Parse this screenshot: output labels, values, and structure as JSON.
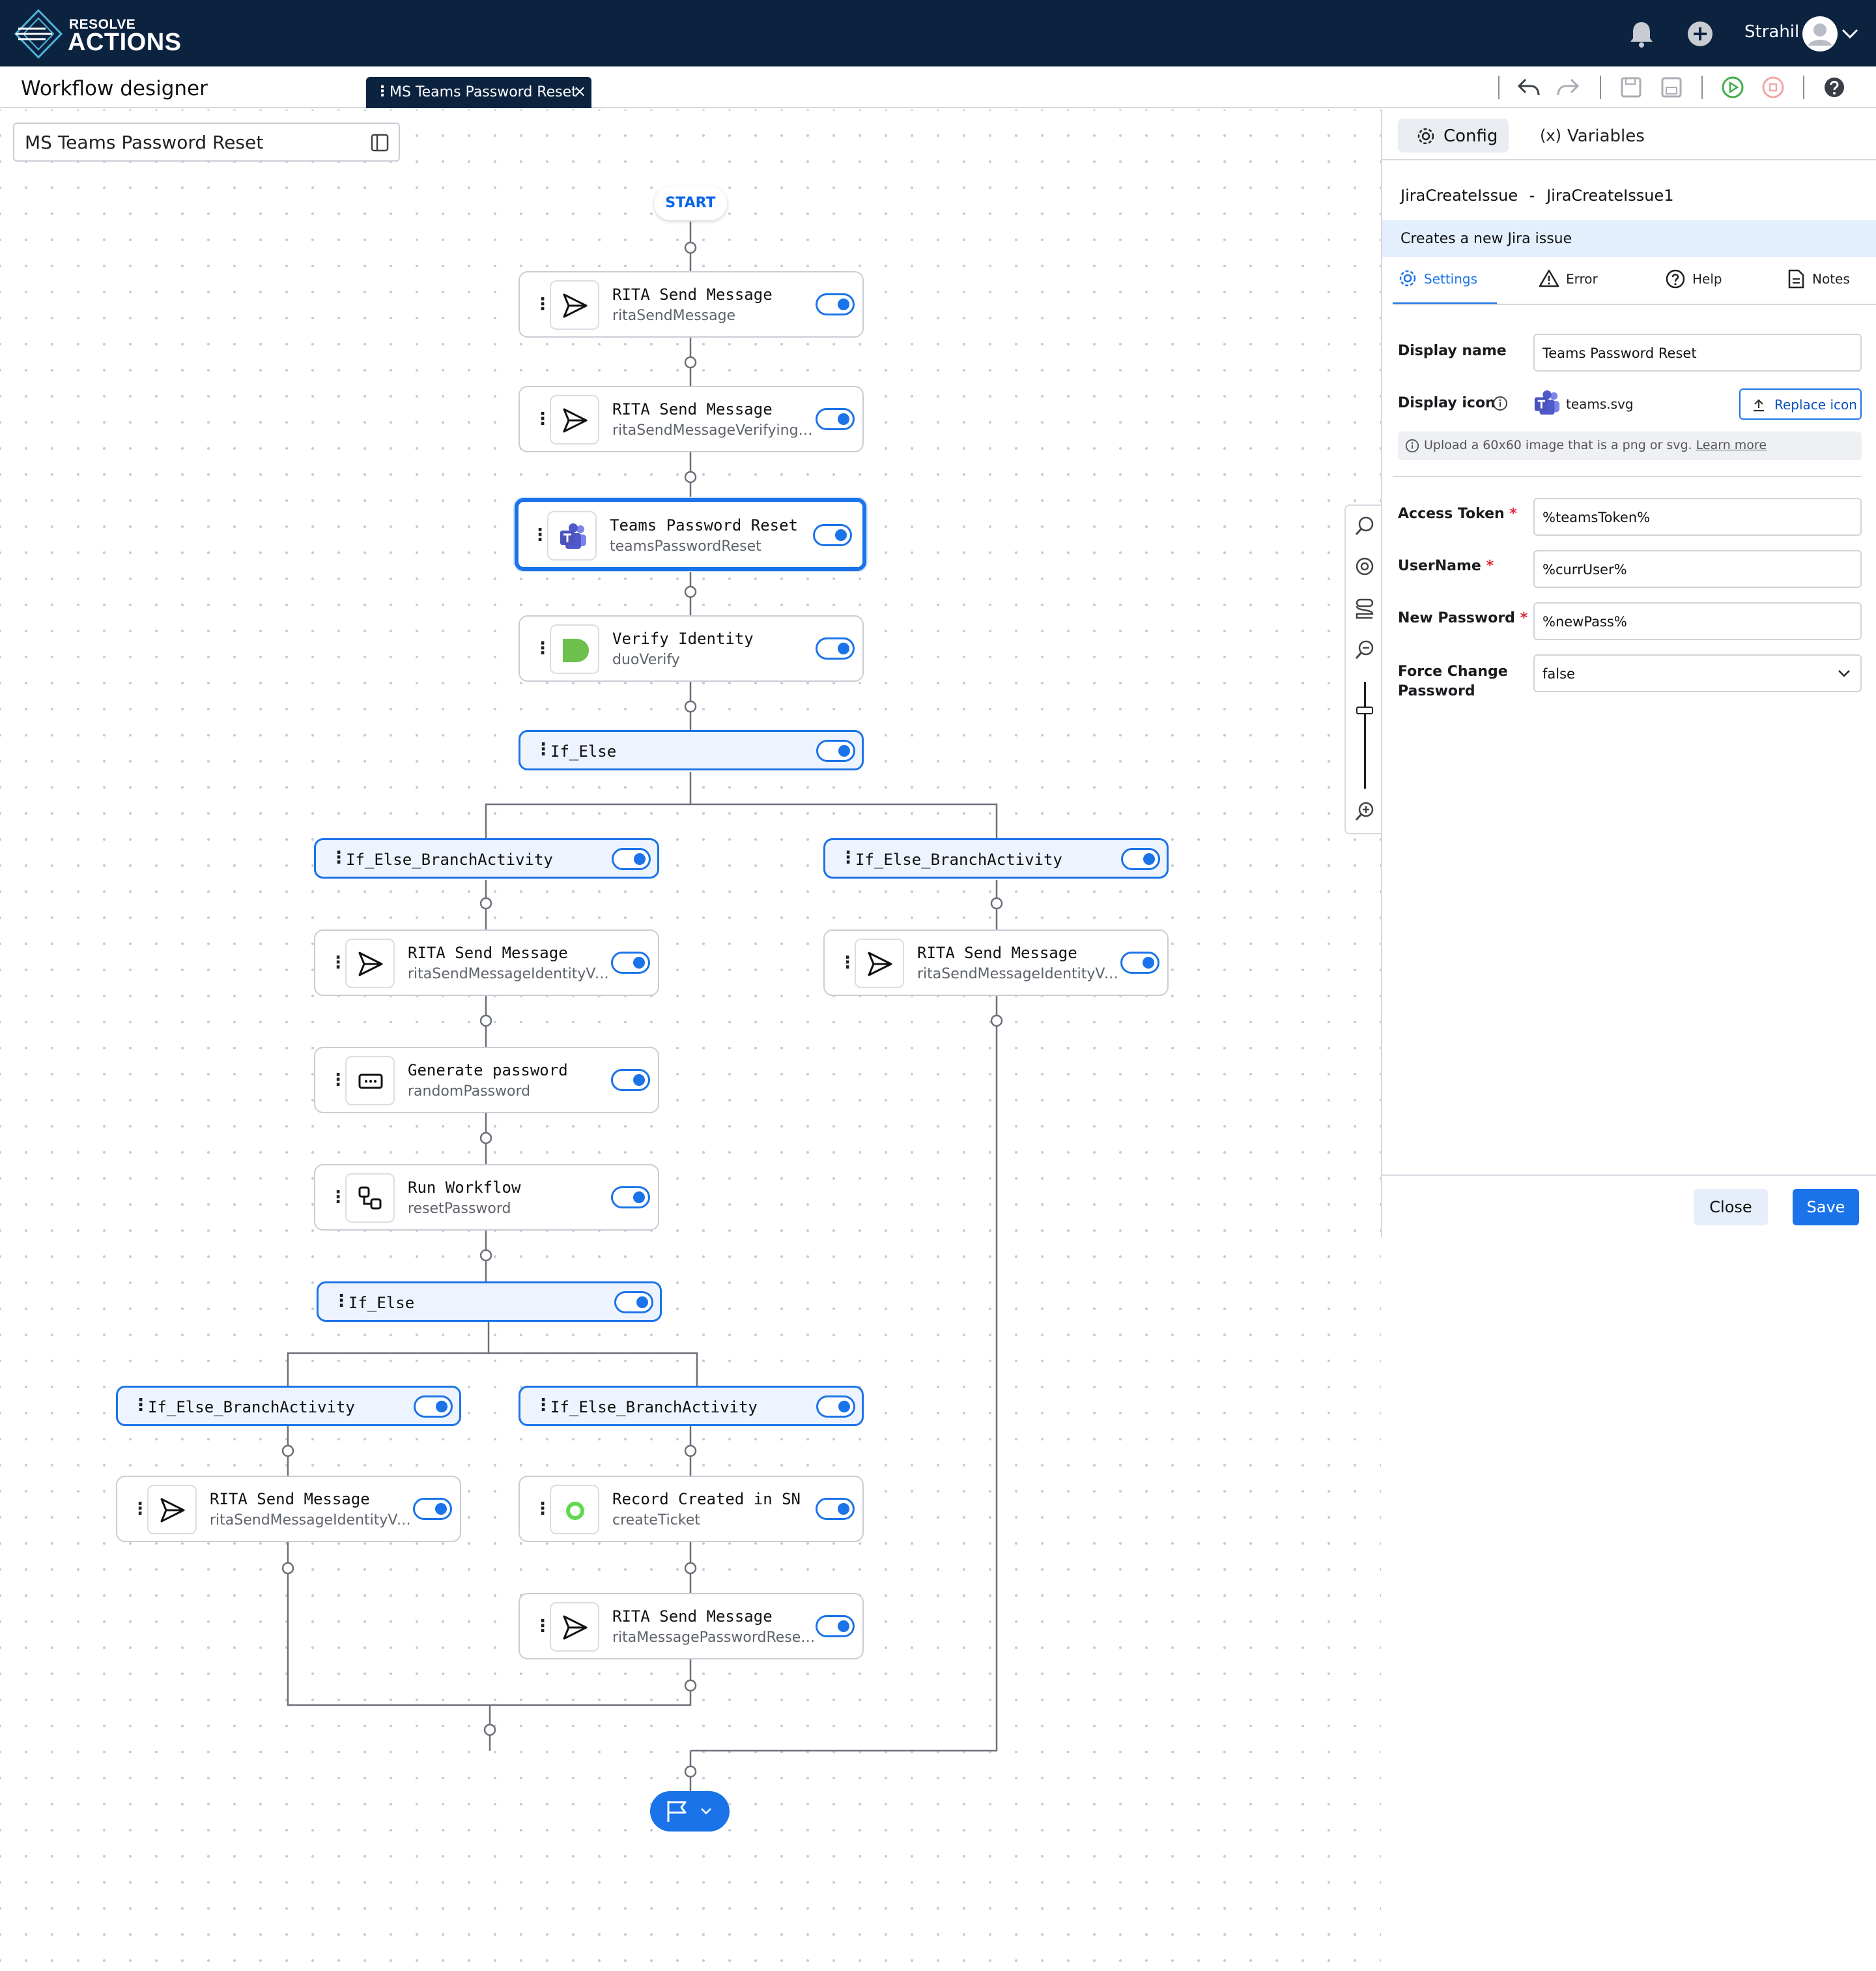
{
  "brand": {
    "line1": "RESOLVE",
    "line2": "ACTIONS"
  },
  "header": {
    "user_name": "Strahil"
  },
  "toolbar": {
    "page_title": "Workflow designer",
    "tab_label": "MS Teams Password Reset",
    "tab_close": "×"
  },
  "canvas": {
    "workflow_name": "MS Teams Password Reset",
    "start_label": "START",
    "nodes": [
      {
        "title": "RITA Send Message",
        "subtitle": "ritaSendMessage",
        "icon": "send-icon"
      },
      {
        "title": "RITA Send Message",
        "subtitle": "ritaSendMessageVerifyingI...",
        "icon": "send-icon"
      },
      {
        "title": "Teams Password Reset",
        "subtitle": "teamsPasswordReset",
        "icon": "teams-icon"
      },
      {
        "title": "Verify Identity",
        "subtitle": "duoVerify",
        "icon": "duo-icon"
      },
      {
        "title": "RITA Send Message",
        "subtitle": "ritaSendMessageIdentityVe...",
        "icon": "send-icon"
      },
      {
        "title": "RITA Send Message",
        "subtitle": "ritaSendMessageIdentityVe...",
        "icon": "send-icon"
      },
      {
        "title": "Generate password",
        "subtitle": "randomPassword",
        "icon": "password-icon"
      },
      {
        "title": "Run Workflow",
        "subtitle": "resetPassword",
        "icon": "workflow-icon"
      },
      {
        "title": "RITA Send Message",
        "subtitle": "ritaSendMessageIdentityVe...",
        "icon": "send-icon"
      },
      {
        "title": "Record Created in SN",
        "subtitle": "createTicket",
        "icon": "servicenow-icon"
      },
      {
        "title": "RITA Send Message",
        "subtitle": "ritaMessagePasswordReset...",
        "icon": "send-icon"
      }
    ],
    "ifelse_label": "If_Else",
    "branch_label": "If_Else_BranchActivity"
  },
  "panel": {
    "tabs": {
      "config": "Config",
      "variables": "Variables",
      "variables_glyph": "(x)"
    },
    "activity_type": "JiraCreateIssue",
    "activity_sep": "-",
    "activity_name": "JiraCreateIssue1",
    "description": "Creates a new Jira issue",
    "subtabs": {
      "settings": "Settings",
      "error": "Error",
      "help": "Help",
      "notes": "Notes"
    },
    "display_name_label": "Display name",
    "display_name_value": "Teams Password Reset",
    "display_icon_label": "Display icon",
    "display_icon_file": "teams.svg",
    "replace_icon": "Replace icon",
    "hint_text": "Upload a 60x60 image that is a png or svg.",
    "hint_link": "Learn more",
    "fields": [
      {
        "label": "Access Token",
        "required": "*",
        "value": "%teamsToken%"
      },
      {
        "label": "UserName",
        "required": "*",
        "value": "%currUser%"
      },
      {
        "label": "New Password",
        "required": "*",
        "value": "%newPass%"
      }
    ],
    "force_change_label_1": "Force Change",
    "force_change_label_2": "Password",
    "force_change_value": "false",
    "close": "Close",
    "save": "Save"
  },
  "colors": {
    "navy": "#0c2340",
    "accent": "#1a73e8"
  }
}
